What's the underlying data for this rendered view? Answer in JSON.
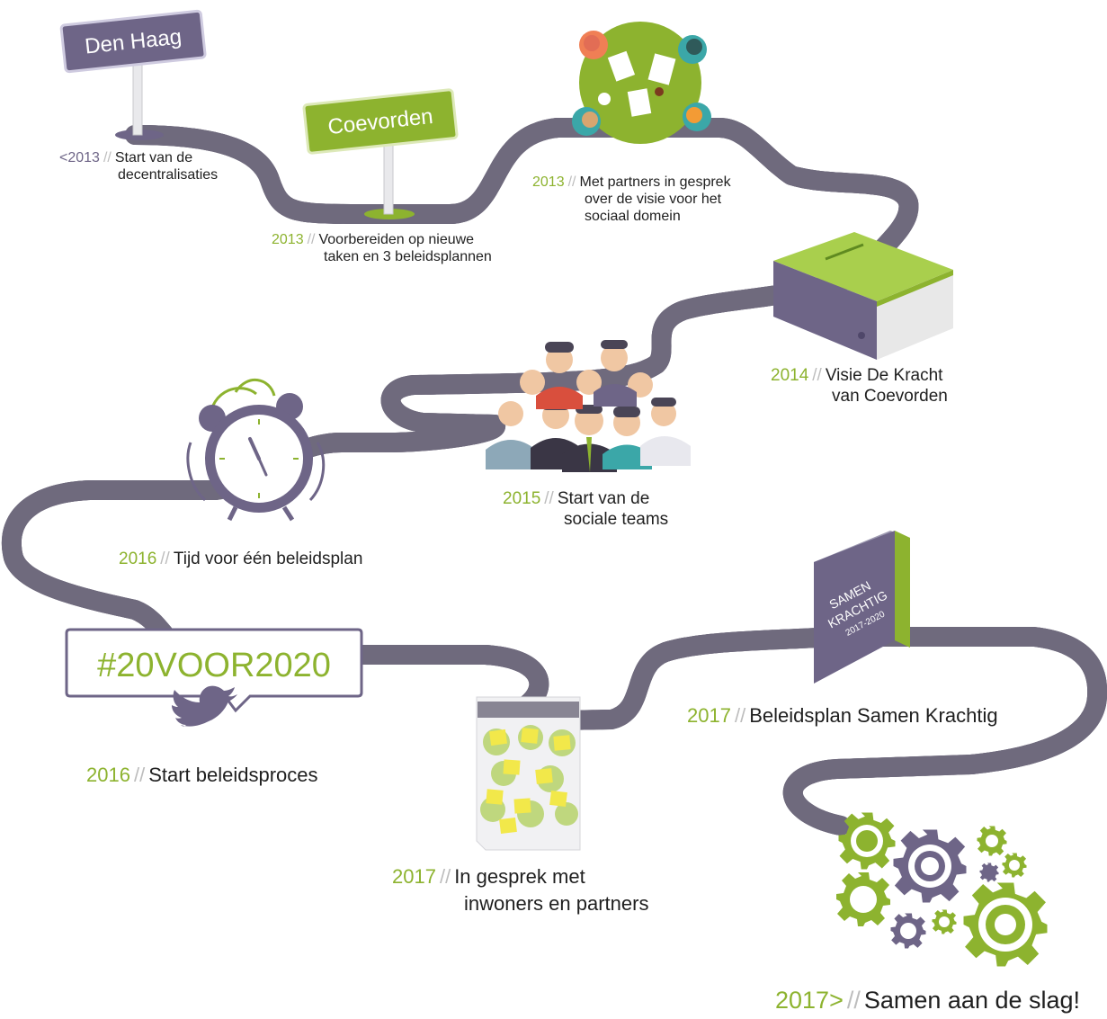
{
  "colors": {
    "road": "#8f8c99",
    "road_edge": "#6f6a7d",
    "road_dash": "#e6e4ec",
    "green": "#8db32f",
    "purple": "#6e6587",
    "year": "#8db32f",
    "text": "#1f1f1f"
  },
  "signs": {
    "den_haag": "Den Haag",
    "coevorden": "Coevorden"
  },
  "book_cover": {
    "line1": "SAMEN",
    "line2": "KRACHTIG",
    "line3": "2017-2020"
  },
  "hashtag": "#20VOOR2020",
  "separator": "//",
  "milestones": [
    {
      "year": "<2013",
      "line1": "Start van de",
      "line2": "decentralisaties",
      "icon": "den-haag-sign-icon"
    },
    {
      "year": "2013",
      "line1": "Voorbereiden op nieuwe",
      "line2": "taken en 3 beleidsplannen",
      "icon": "coevorden-sign-icon"
    },
    {
      "year": "2013",
      "line1": "Met partners in gesprek",
      "line2": "over de visie voor het",
      "line3": "sociaal domein",
      "icon": "meeting-table-icon"
    },
    {
      "year": "2014",
      "line1": "Visie De Kracht",
      "line2": "van Coevorden",
      "icon": "green-book-icon"
    },
    {
      "year": "2015",
      "line1": "Start van de",
      "line2": "sociale teams",
      "icon": "people-group-icon"
    },
    {
      "year": "2016",
      "line1": "Tijd voor één beleidsplan",
      "icon": "alarm-clock-icon"
    },
    {
      "year": "2016",
      "line1": "Start beleidsproces",
      "icon": "twitter-bird-icon"
    },
    {
      "year": "2017",
      "line1": "In gesprek met",
      "line2": "inwoners en partners",
      "icon": "sticky-notes-board-icon"
    },
    {
      "year": "2017",
      "line1": "Beleidsplan Samen Krachtig",
      "icon": "purple-book-icon"
    },
    {
      "year": "2017>",
      "line1": "Samen aan de slag!",
      "icon": "gears-icon"
    }
  ]
}
